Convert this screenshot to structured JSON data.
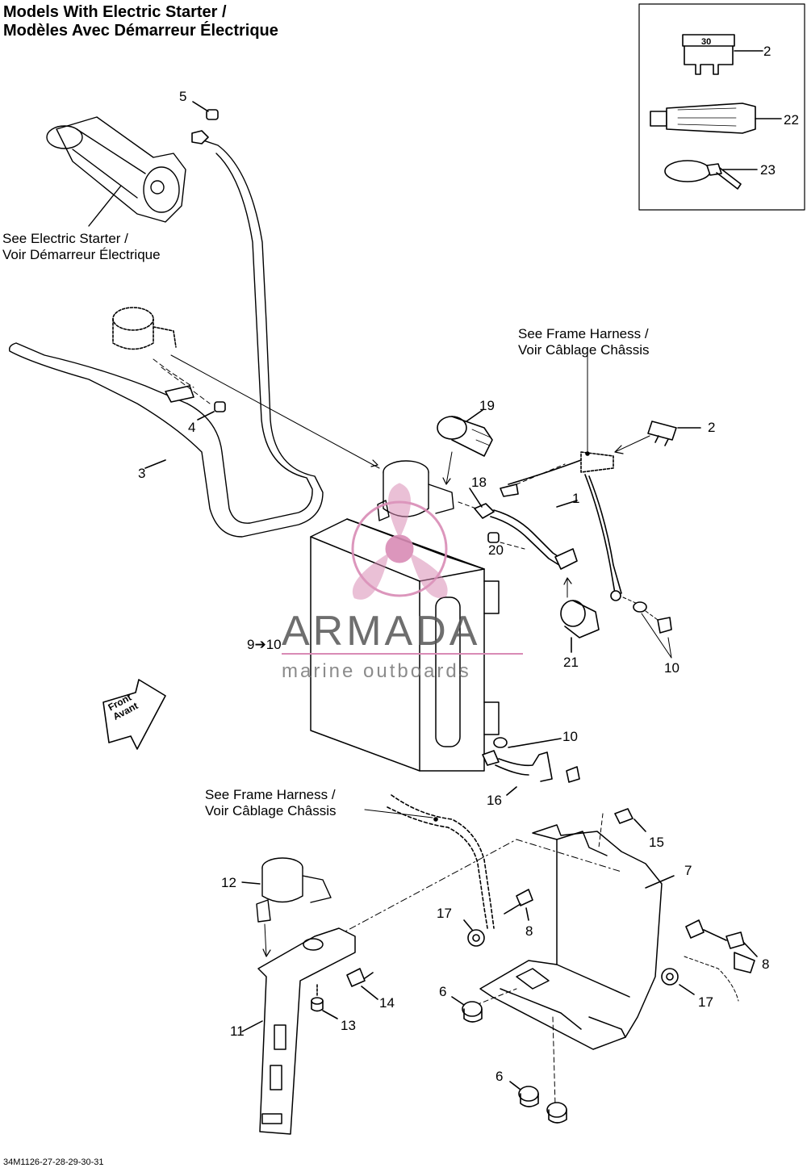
{
  "title": {
    "line1": "Models With Electric Starter /",
    "line2": "Modèles Avec Démarreur Électrique"
  },
  "notes": {
    "starter": [
      "See Electric Starter /",
      "Voir Démarreur Électrique"
    ],
    "frame_harness_top": [
      "See Frame Harness /",
      "Voir Câblage Châssis"
    ],
    "frame_harness_bottom": [
      "See Frame Harness /",
      "Voir Câblage Châssis"
    ]
  },
  "front_arrow": [
    "Front",
    "Avant"
  ],
  "callouts": {
    "c1": "1",
    "c2_box": "2",
    "c2": "2",
    "c3": "3",
    "c4": "4",
    "c5": "5",
    "c6a": "6",
    "c6b": "6",
    "c7": "7",
    "c8a": "8",
    "c8b": "8",
    "c9": "9➔10",
    "c10a": "10",
    "c10b": "10",
    "c11": "11",
    "c12": "12",
    "c13": "13",
    "c14": "14",
    "c15": "15",
    "c16": "16",
    "c17a": "17",
    "c17b": "17",
    "c18": "18",
    "c19": "19",
    "c20": "20",
    "c21": "21",
    "c22": "22",
    "c23": "23"
  },
  "fuse_marking": "30",
  "watermark": {
    "brand": "ARMADA",
    "tagline": "marine outboards",
    "logo_color": "#d98bb5"
  },
  "footer_code": "34M1126-27-28-29-30-31"
}
